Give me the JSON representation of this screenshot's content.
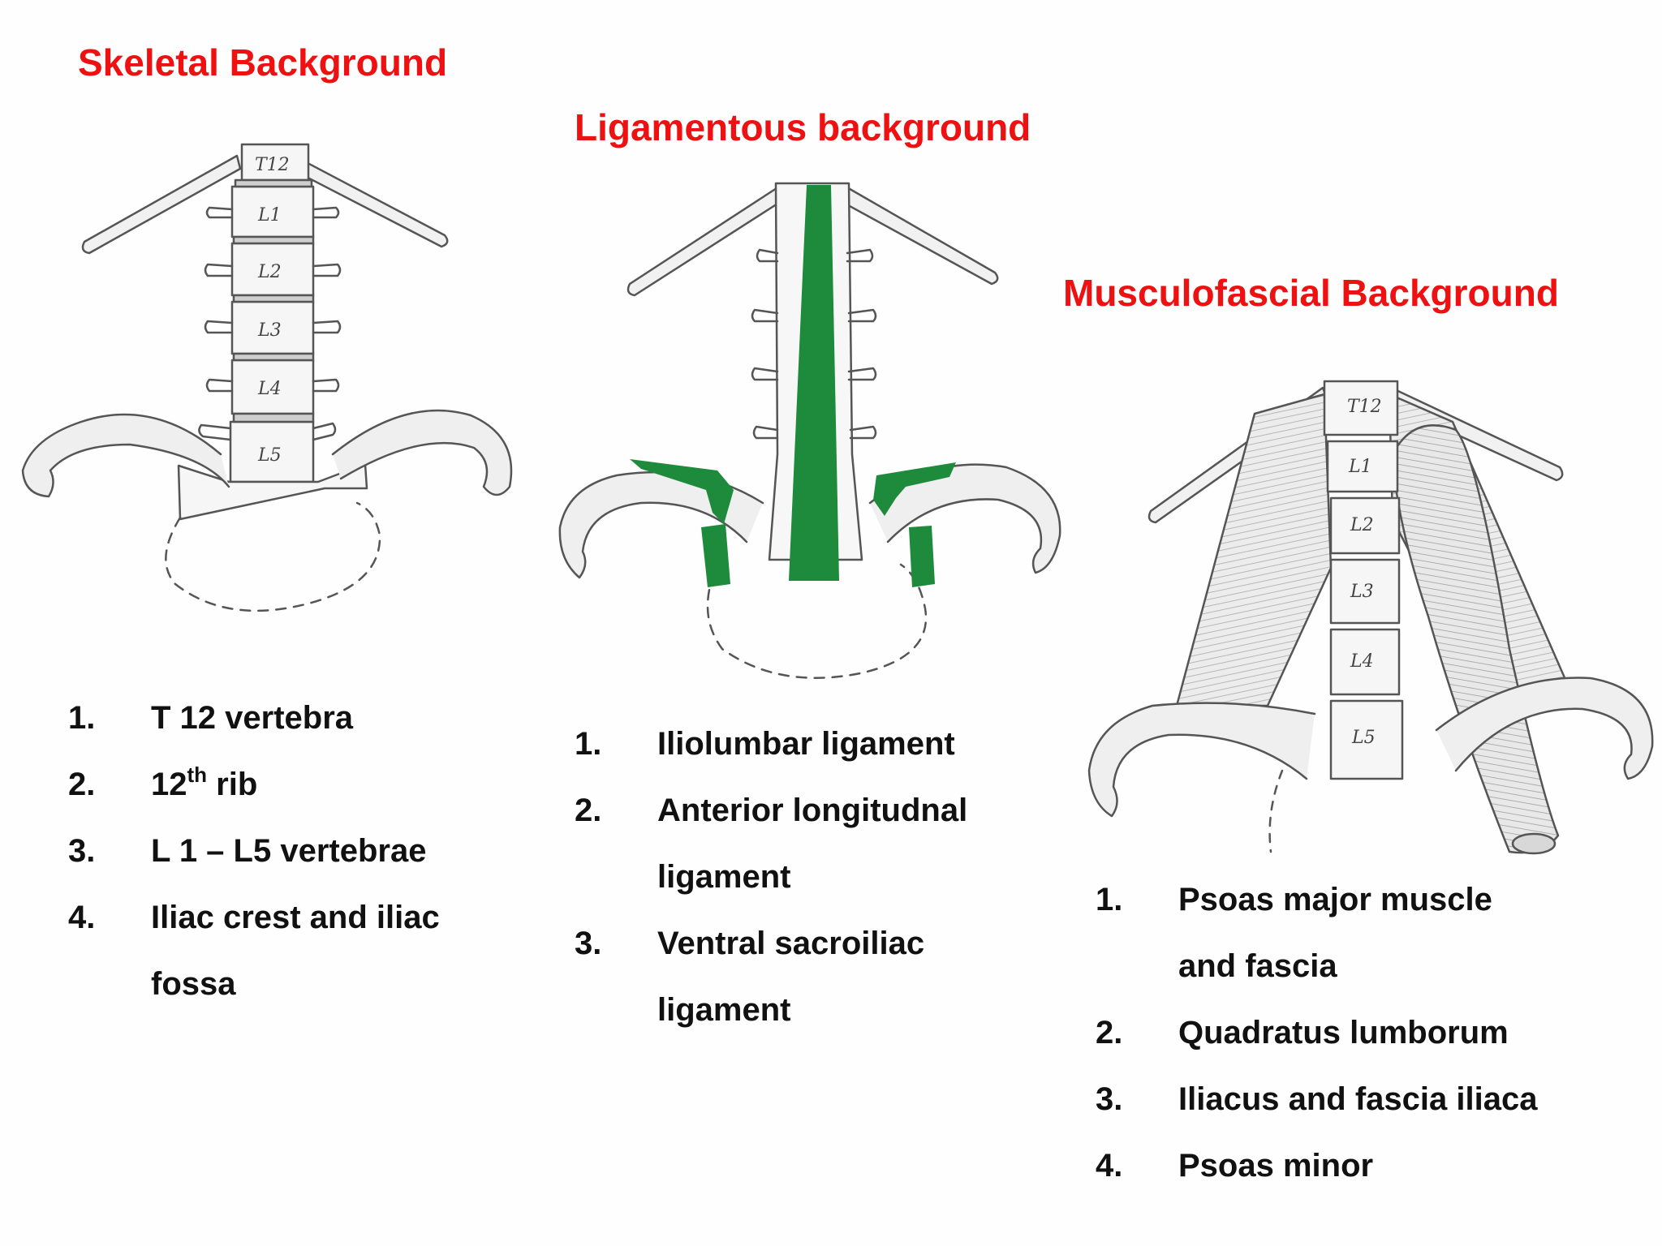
{
  "panels": [
    {
      "heading": "Skeletal  Background",
      "vertebra_labels": [
        "T12",
        "L1",
        "L2",
        "L3",
        "L4",
        "L5"
      ],
      "items": [
        {
          "num": "1.",
          "lines": [
            "T 12 vertebra"
          ]
        },
        {
          "num": "2.",
          "pre": "12",
          "sup": "th",
          "post": " rib"
        },
        {
          "num": "3.",
          "lines": [
            "L 1 – L5 vertebrae"
          ]
        },
        {
          "num": "4.",
          "lines": [
            "Iliac crest and iliac",
            "fossa"
          ]
        }
      ]
    },
    {
      "heading": "Ligamentous background",
      "highlight_color": "#1e8a3c",
      "items": [
        {
          "num": "1.",
          "lines": [
            "Iliolumbar ligament"
          ]
        },
        {
          "num": "2.",
          "lines": [
            "Anterior longitudnal",
            "ligament"
          ]
        },
        {
          "num": "3.",
          "lines": [
            "Ventral sacroiliac",
            "ligament"
          ]
        }
      ]
    },
    {
      "heading": "Musculofascial  Background",
      "vertebra_labels": [
        "T12",
        "L1",
        "L2",
        "L3",
        "L4",
        "L5"
      ],
      "items": [
        {
          "num": "1.",
          "lines": [
            "Psoas major muscle",
            "and fascia"
          ]
        },
        {
          "num": "2.",
          "lines": [
            "Quadratus lumborum"
          ]
        },
        {
          "num": "3.",
          "lines": [
            "Iliacus and fascia iliaca"
          ]
        },
        {
          "num": "4.",
          "lines": [
            "Psoas minor"
          ]
        }
      ]
    }
  ],
  "colors": {
    "heading": "#ee1111",
    "text": "#111111",
    "sketch": "#555555",
    "ligament": "#1e8a3c"
  }
}
